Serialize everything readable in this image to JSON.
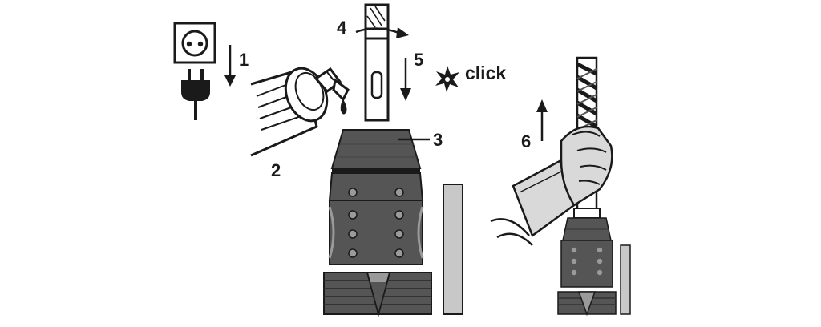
{
  "steps": [
    {
      "label": "1"
    },
    {
      "label": "2"
    },
    {
      "label": "3"
    },
    {
      "label": "4"
    },
    {
      "label": "5"
    },
    {
      "label": "6"
    }
  ],
  "click_text": "click",
  "colors": {
    "line": "#1a1a1a",
    "dark_gray": "#555555",
    "mid_gray": "#9a9a9a",
    "light_gray": "#c8c8c8",
    "glove": "#d9d9d9"
  },
  "icons": [
    "power-outlet-icon",
    "power-plug-icon",
    "grease-tube-icon",
    "spark-icon",
    "glove-hand-icon",
    "drill-bit-icon",
    "chuck-icon"
  ]
}
